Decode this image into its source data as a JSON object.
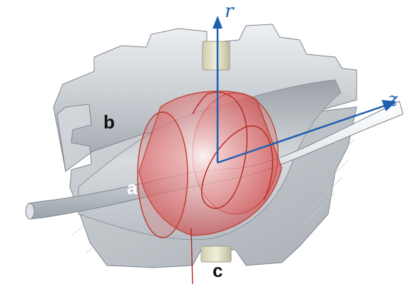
{
  "axes": {
    "r_label": "r",
    "z_label": "z"
  },
  "parts": {
    "a": "a",
    "b": "b",
    "c": "c"
  },
  "colors": {
    "axis": "#1f5fb0",
    "housing_light": "#d9dde1",
    "housing_mid": "#b5bbc1",
    "housing_dark": "#8b9298",
    "fiber": "#eef1f4",
    "field_red": "#d43a3a",
    "wire": "#c0392b",
    "insert": "#e4e2c6"
  }
}
